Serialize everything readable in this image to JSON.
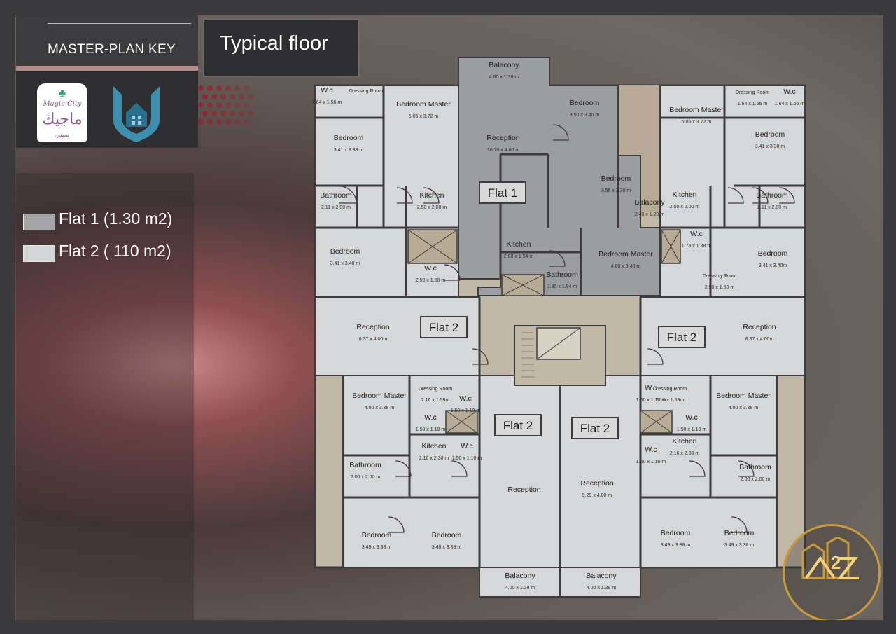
{
  "key": {
    "title": "MASTER-PLAN KEY"
  },
  "logos": {
    "magic_city": {
      "latin": "Magic City",
      "arabic": "ماجيك",
      "arabic_sub": "سيتي"
    },
    "developer_icon": "house-shield-logo",
    "az_logo": {
      "text": "2",
      "icon": "az-company-logo"
    }
  },
  "legend": [
    {
      "label": "Flat 1 (1.30 m2)",
      "color": "#a5a5a7"
    },
    {
      "label": "Flat 2 ( 110 m2)",
      "color": "#d4d5d6"
    }
  ],
  "page_title": "Typical floor",
  "colors": {
    "flat1": "#9c9da0",
    "flat2": "#d6d7d8",
    "wall": "#3c3c3e",
    "core": "#c2b8a6",
    "shaft": "#b8ab95"
  },
  "plan": {
    "flat_labels": [
      "Flat 1",
      "Flat 2",
      "Flat 2",
      "Flat 2",
      "Flat 2"
    ],
    "rooms": [
      {
        "name": "Balacony",
        "dim": "4.80 x 1.38 m"
      },
      {
        "name": "W.c",
        "dim": "1.64 x 1.56 m"
      },
      {
        "name": "Dressing Room",
        "dim": ""
      },
      {
        "name": "Bedroom Master",
        "dim": "5.06 x 3.72 m"
      },
      {
        "name": "Bedroom",
        "dim": "3.41 x 3.38 m"
      },
      {
        "name": "Bathroom",
        "dim": "2.11 x 2.00 m"
      },
      {
        "name": "Kitchen",
        "dim": "2.50 x 2.00 m"
      },
      {
        "name": "Bedroom",
        "dim": "3.41 x 3.40 m"
      },
      {
        "name": "W.c",
        "dim": "2.50 x 1.50 m"
      },
      {
        "name": "Reception",
        "dim": "10.70 x 4.60 m"
      },
      {
        "name": "Bedroom",
        "dim": "3.50 x 3.40 m"
      },
      {
        "name": "Bedroom",
        "dim": "3.56 x 3.30 m"
      },
      {
        "name": "Balacony",
        "dim": "2.40 x 1.20 m"
      },
      {
        "name": "Kitchen",
        "dim": "2.80 x 1.94 m"
      },
      {
        "name": "Bathroom",
        "dim": "2.80 x 1.94 m"
      },
      {
        "name": "Bedroom Master",
        "dim": "4.00 x 3.40 m"
      },
      {
        "name": "W.c",
        "dim": "1.78 x 1.38 m"
      },
      {
        "name": "Dressing Room",
        "dim": "2.50 x 1.50 m"
      },
      {
        "name": "Bedroom Master",
        "dim": "5.06 x 3.72 m"
      },
      {
        "name": "Dressing Room",
        "dim": "1.64 x 1.56 m"
      },
      {
        "name": "W.c",
        "dim": "1.64 x 1.56 m"
      },
      {
        "name": "Bedroom",
        "dim": "3.41 x 3.38 m"
      },
      {
        "name": "Kitchen",
        "dim": "2.50 x 2.00 m"
      },
      {
        "name": "Bathroom",
        "dim": "2.11 x 2.00 m"
      },
      {
        "name": "Bedroom",
        "dim": "3.41 x 3.40m"
      },
      {
        "name": "Reception",
        "dim": "8.37 x 4.00m"
      },
      {
        "name": "Reception",
        "dim": "8.37 x 4.00m"
      },
      {
        "name": "Bedroom Master",
        "dim": "4.00 x 3.38 m"
      },
      {
        "name": "Dressing Room",
        "dim": "2.16 x 1.59m"
      },
      {
        "name": "W.c",
        "dim": "1.50 x 1.10 m"
      },
      {
        "name": "W.c",
        "dim": "1.50 x 1.10 m"
      },
      {
        "name": "Kitchen",
        "dim": "2.16 x 2.30 m"
      },
      {
        "name": "W.c",
        "dim": "1.50 x 1.10 m"
      },
      {
        "name": "Bathroom",
        "dim": "2.00 x 2.00 m"
      },
      {
        "name": "Reception",
        "dim": ""
      },
      {
        "name": "Bedroom",
        "dim": "3.49 x 3.38 m"
      },
      {
        "name": "Bedroom",
        "dim": "3.49 x 3.38 m"
      },
      {
        "name": "Reception",
        "dim": "9.29 x 4.00 m"
      },
      {
        "name": "W.c",
        "dim": "1.50 x 1.10 m"
      },
      {
        "name": "Dressing Room",
        "dim": "2.16 x 1.59m"
      },
      {
        "name": "Bedroom Master",
        "dim": "4.00 x 3.38 m"
      },
      {
        "name": "W.c",
        "dim": "1.50 x 1.10 m"
      },
      {
        "name": "W.c",
        "dim": "1.50 x 1.10 m"
      },
      {
        "name": "Kitchen",
        "dim": "2.16 x 2.00 m"
      },
      {
        "name": "Bathroom",
        "dim": "2.00 x 2.00 m"
      },
      {
        "name": "Bedroom",
        "dim": "3.49 x 3.38 m"
      },
      {
        "name": "Bedroom",
        "dim": "3.49 x 3.38 m"
      },
      {
        "name": "Balacony",
        "dim": "4.00 x 1.38 m"
      },
      {
        "name": "Balacony",
        "dim": "4.00 x 1.38 m"
      }
    ]
  }
}
